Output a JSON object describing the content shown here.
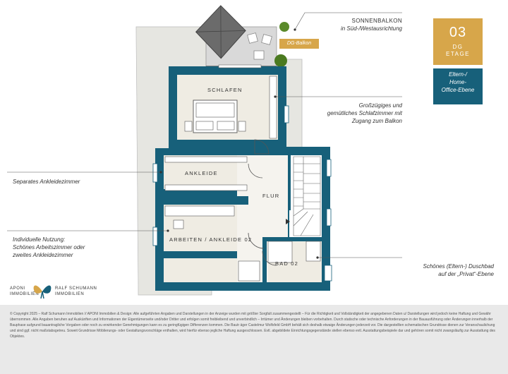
{
  "badge": {
    "number": "03",
    "level_line1": "DG",
    "level_line2": "ETAGE",
    "usage_line1": "Eltern-/",
    "usage_line2": "Home-",
    "usage_line3": "Office-Ebene"
  },
  "balcony_tag": "DG-Balkon",
  "rooms": {
    "schlafen": "SCHLAFEN",
    "ankleide": "ANKLEIDE",
    "flur": "FLUR",
    "arbeiten": "ARBEITEN / ANKLEIDE 02",
    "bad": "BAD 02"
  },
  "callouts": {
    "balkon_1": "SONNENBALKON",
    "balkon_2": "in Süd-/Westausrichtung",
    "schlaf_1": "Großzügiges und",
    "schlaf_2": "gemütliches Schlafzimmer mit",
    "schlaf_3": "Zugang zum Balkon",
    "ankleide_1": "Separates Ankleidezimmer",
    "arbeit_1": "Individuelle Nutzung:",
    "arbeit_2": "Schönes Arbeitszimmer oder",
    "arbeit_3": "zweites Ankleidezimmer",
    "bad_1": "Schönes (Eltern-) Duschbad",
    "bad_2": "auf der „Privat“-Ebene"
  },
  "logo": {
    "left_1": "APONI",
    "left_2": "IMMOBILIEN",
    "right_1": "RALF SCHUMANN",
    "right_2": "IMMOBILIEN"
  },
  "footer": "© Copyright 2025 – Ralf Schumann Immobilien // APONI Immobilien & Design: Alle aufgeführten Angaben und Darstellungen in der Anzeige wurden mit größter Sorgfalt zusammengestellt – Für die Richtigkeit und Vollständigkeit der angegebenen Daten u/ Darstellungen wird jedoch keine Haftung und Gewähr übernommen. Alle Angaben beruhen auf Auskünften und Informationen der Eigentümerseite und/oder Dritter und erfolgen somit freibleibend und unverbindlich – Irrtümer und Änderungen bleiben vorbehalten. Durch statische oder technische Anforderungen in der Bauausführung oder Änderungen innerhalb der Bauphase aufgrund bauantragliche Vorgaben oder noch zu erwirkender Genehmigungen kann es zu geringfügigen Differenzen kommen. Die Bautr äger Castelmur Wolfsfeld GmbH behält sich deshalb etwaige Änderungen jederzeit vor. Die dargestellten schematischen Grundrisse dienen zur Veranschaulichung und sind ggf. nicht maßstabsgetreu. Soweit Grundrisse Möblierungs- oder Gestaltungsvorschläge enthalten, wird hierfür ebenso jegliche Haftung ausgeschlossen. Evtl. abgebildete Einrichtungsgegenstände stellen ebenso evtl. Ausstattungsbeispiele dar und gehören somit nicht zwangsläufig zur Ausstattung des Objektes.",
  "colors": {
    "wall": "#17607a",
    "gold": "#d7a64a",
    "floor": "#efece3",
    "roof": "#e6e6e1"
  }
}
